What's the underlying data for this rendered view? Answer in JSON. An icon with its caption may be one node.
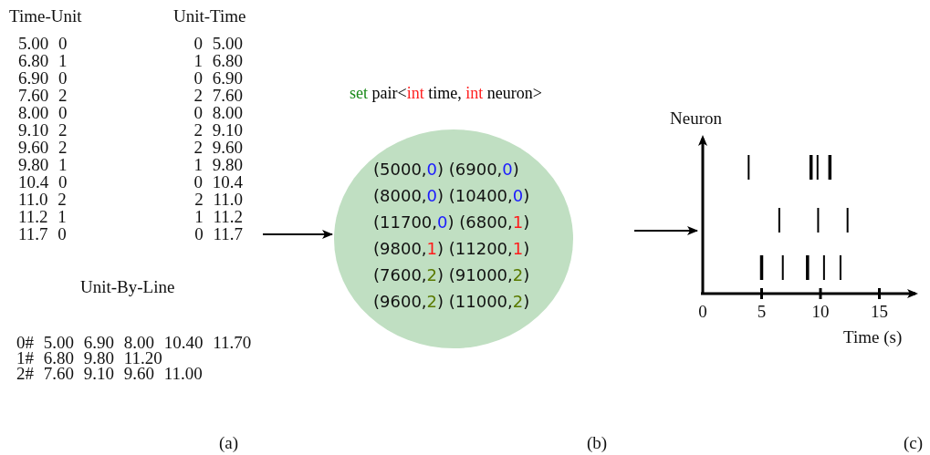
{
  "diagram": {
    "nodes": [
      {
        "text": [
          "set pair<int time, int neuron>",
          "(5000,0) (6900,0)",
          "(8000,0) (10400,0)",
          "(11700,0) (6800,1)",
          "(9800,1) (11200,1)",
          "(7600,2) (91000,2)",
          "(9600,2) (11000,2)"
        ]
      },
      {
        "text": [],
        "shape": "picture"
      }
    ],
    "edges": [
      {
        "from": null,
        "to": 0,
        "arrow": "to"
      },
      {
        "from": null,
        "to": 1,
        "arrow": "to"
      }
    ],
    "labels": [
      "Time-Unit",
      "Unit-Time",
      "5.00 0",
      "0 5.00",
      "6.80 1",
      "1 6.80",
      "6.90 0",
      "0 6.90",
      "7.60 2",
      "2 7.60",
      "8.00 0",
      "0 8.00",
      "9.10 2",
      "2 9.10",
      "9.60 2",
      "2 9.60",
      "9.80 1",
      "1 9.80",
      "10.4 0",
      "0 10.4",
      "11.0 2",
      "2 11.0",
      "11.2 1",
      "1 11.2",
      "11.7 0",
      "0 11.7",
      "Unit-By-Line",
      "0# 5.00 6.90 8.00 10.40 11.70",
      "1# 6.80 9.80 11.20",
      "2# 7.60 9.10 9.60 11.00",
      "Neuron",
      "0",
      "5",
      "10",
      "15",
      "Time (s)",
      "(a)",
      "(b)",
      "(c)"
    ]
  }
}
